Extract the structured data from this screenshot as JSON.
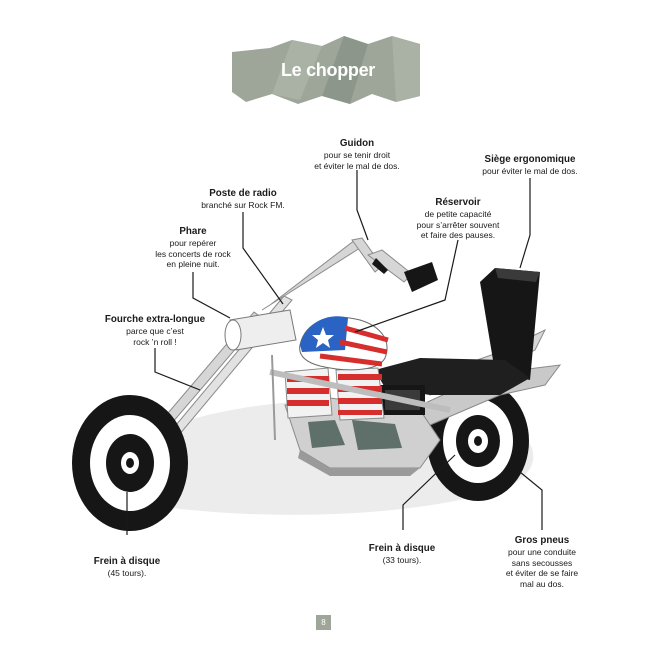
{
  "title": "Le chopper",
  "page_number": "8",
  "colors": {
    "banner": "#9ea69a",
    "banner_dark": "#838c80",
    "frame": "#c9c9c9",
    "black": "#161616",
    "red": "#d62d2d",
    "blue": "#2a63c4",
    "shadow": "#e4e4e4"
  },
  "callouts": {
    "guidon": {
      "title": "Guidon",
      "desc": [
        "pour se tenir droit",
        "et éviter le mal de dos."
      ]
    },
    "siege": {
      "title": "Siège ergonomique",
      "desc": [
        "pour éviter le mal de dos."
      ]
    },
    "radio": {
      "title": "Poste de radio",
      "desc": [
        "branché sur Rock FM."
      ]
    },
    "reservoir": {
      "title": "Réservoir",
      "desc": [
        "de petite capacité",
        "pour s’arrêter souvent",
        "et faire des pauses."
      ]
    },
    "phare": {
      "title": "Phare",
      "desc": [
        "pour repérer",
        "les concerts de rock",
        "en pleine nuit."
      ]
    },
    "fourche": {
      "title": "Fourche extra-longue",
      "desc": [
        "parce que c’est",
        "rock ’n roll !"
      ]
    },
    "frein_avant": {
      "title": "Frein à disque",
      "desc": [
        "(45 tours)."
      ]
    },
    "frein_arriere": {
      "title": "Frein à disque",
      "desc": [
        "(33 tours)."
      ]
    },
    "pneus": {
      "title": "Gros pneus",
      "desc": [
        "pour une conduite",
        "sans secousses",
        "et éviter de se faire",
        "mal au dos."
      ]
    }
  }
}
